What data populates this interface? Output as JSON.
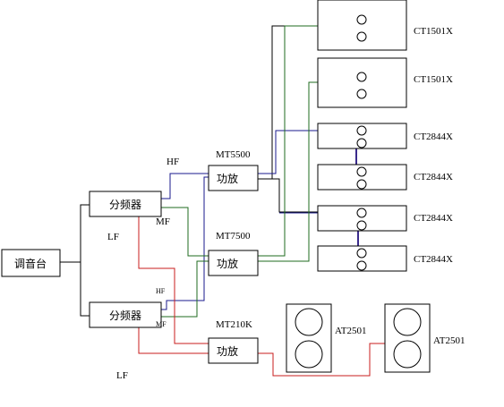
{
  "nodes": {
    "console": {
      "label": "调音台"
    },
    "crossover_top": {
      "label": "分频器"
    },
    "crossover_bottom": {
      "label": "分频器"
    },
    "amp_mt5500": {
      "label": "功放",
      "model": "MT5500"
    },
    "amp_mt7500": {
      "label": "功放",
      "model": "MT7500"
    },
    "amp_mt210k": {
      "label": "功放",
      "model": "MT210K"
    }
  },
  "band_labels": {
    "top_hf": "HF",
    "top_mf": "MF",
    "top_lf": "LF",
    "bottom_hf": "HF",
    "bottom_mf": "MF",
    "bottom_lf": "LF"
  },
  "speakers": [
    {
      "model": "CT1501X"
    },
    {
      "model": "CT1501X"
    },
    {
      "model": "CT2844X"
    },
    {
      "model": "CT2844X"
    },
    {
      "model": "CT2844X"
    },
    {
      "model": "CT2844X"
    }
  ],
  "subwoofers": [
    {
      "model": "AT2501"
    },
    {
      "model": "AT2501"
    }
  ],
  "colors": {
    "hf_wire": "#1a1a8c",
    "mf_wire": "#1f6b1f",
    "lf_wire": "#c81e1e",
    "link_wire": "#3a2a8c",
    "signal_wire": "#000000"
  }
}
